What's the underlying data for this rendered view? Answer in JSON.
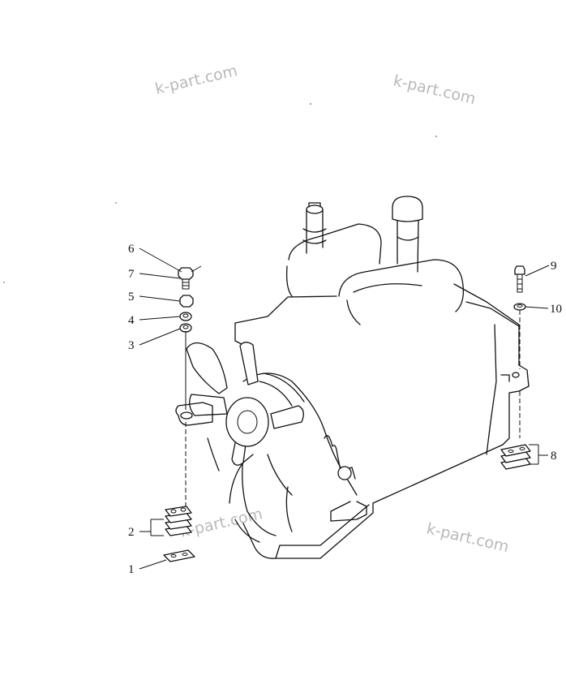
{
  "watermark": "k-part.com",
  "callouts": [
    {
      "id": "1",
      "label": "1"
    },
    {
      "id": "2",
      "label": "2"
    },
    {
      "id": "3",
      "label": "3"
    },
    {
      "id": "4",
      "label": "4"
    },
    {
      "id": "5",
      "label": "5"
    },
    {
      "id": "6",
      "label": "6"
    },
    {
      "id": "7",
      "label": "7"
    },
    {
      "id": "8",
      "label": "8"
    },
    {
      "id": "9",
      "label": "9"
    },
    {
      "id": "10",
      "label": "10"
    }
  ]
}
